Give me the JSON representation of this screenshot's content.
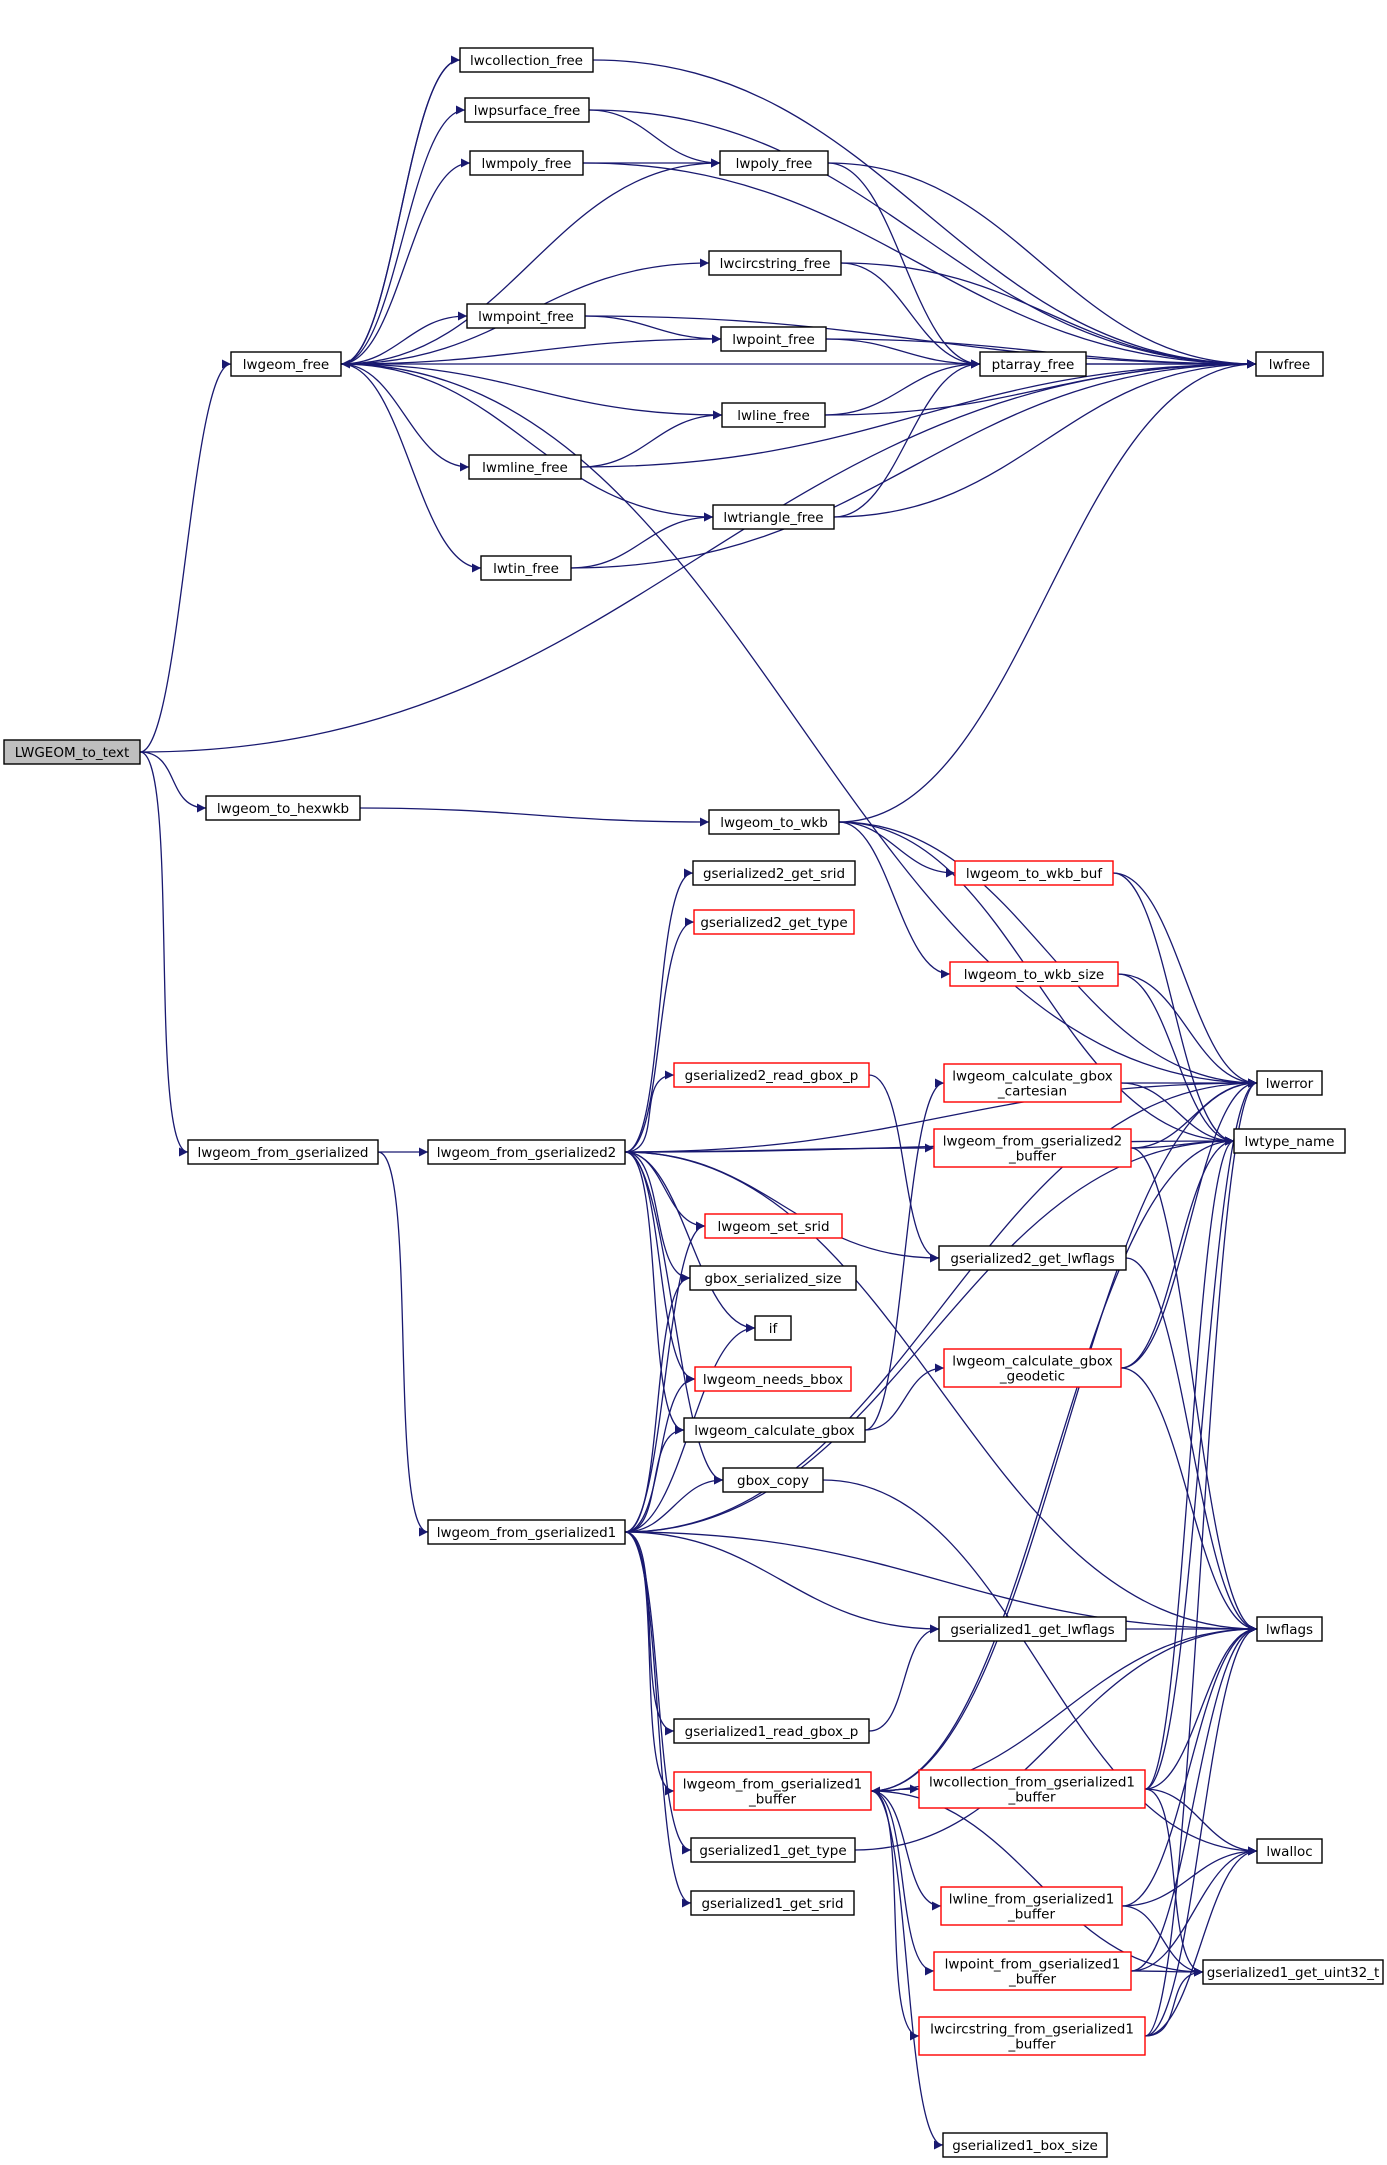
{
  "colors": {
    "edge": "#191970",
    "box_border_black": "#000000",
    "box_border_red": "#ff0000",
    "root_fill": "#bfbfbf",
    "node_fill": "#ffffff"
  },
  "nodes": [
    {
      "id": "LWGEOM_to_text",
      "lines": [
        "LWGEOM_to_text"
      ],
      "style": "root"
    },
    {
      "id": "lwgeom_free",
      "lines": [
        "lwgeom_free"
      ],
      "style": "black"
    },
    {
      "id": "lwcollection_free",
      "lines": [
        "lwcollection_free"
      ],
      "style": "black"
    },
    {
      "id": "lwpsurface_free",
      "lines": [
        "lwpsurface_free"
      ],
      "style": "black"
    },
    {
      "id": "lwmpoly_free",
      "lines": [
        "lwmpoly_free"
      ],
      "style": "black"
    },
    {
      "id": "lwpoly_free",
      "lines": [
        "lwpoly_free"
      ],
      "style": "black"
    },
    {
      "id": "lwcircstring_free",
      "lines": [
        "lwcircstring_free"
      ],
      "style": "black"
    },
    {
      "id": "lwmpoint_free",
      "lines": [
        "lwmpoint_free"
      ],
      "style": "black"
    },
    {
      "id": "lwpoint_free",
      "lines": [
        "lwpoint_free"
      ],
      "style": "black"
    },
    {
      "id": "ptarray_free",
      "lines": [
        "ptarray_free"
      ],
      "style": "black"
    },
    {
      "id": "lwfree",
      "lines": [
        "lwfree"
      ],
      "style": "black"
    },
    {
      "id": "lwline_free",
      "lines": [
        "lwline_free"
      ],
      "style": "black"
    },
    {
      "id": "lwmline_free",
      "lines": [
        "lwmline_free"
      ],
      "style": "black"
    },
    {
      "id": "lwtriangle_free",
      "lines": [
        "lwtriangle_free"
      ],
      "style": "black"
    },
    {
      "id": "lwtin_free",
      "lines": [
        "lwtin_free"
      ],
      "style": "black"
    },
    {
      "id": "lwgeom_to_hexwkb",
      "lines": [
        "lwgeom_to_hexwkb"
      ],
      "style": "black"
    },
    {
      "id": "lwgeom_to_wkb",
      "lines": [
        "lwgeom_to_wkb"
      ],
      "style": "black"
    },
    {
      "id": "gserialized2_get_srid",
      "lines": [
        "gserialized2_get_srid"
      ],
      "style": "black"
    },
    {
      "id": "lwgeom_to_wkb_buf",
      "lines": [
        "lwgeom_to_wkb_buf"
      ],
      "style": "red"
    },
    {
      "id": "gserialized2_get_type",
      "lines": [
        "gserialized2_get_type"
      ],
      "style": "red"
    },
    {
      "id": "lwgeom_to_wkb_size",
      "lines": [
        "lwgeom_to_wkb_size"
      ],
      "style": "red"
    },
    {
      "id": "gserialized2_read_gbox_p",
      "lines": [
        "gserialized2_read_gbox_p"
      ],
      "style": "red"
    },
    {
      "id": "lwgeom_calculate_gbox_cartesian",
      "lines": [
        "lwgeom_calculate_gbox",
        "_cartesian"
      ],
      "style": "red"
    },
    {
      "id": "lwerror",
      "lines": [
        "lwerror"
      ],
      "style": "black"
    },
    {
      "id": "lwtype_name",
      "lines": [
        "lwtype_name"
      ],
      "style": "black"
    },
    {
      "id": "lwgeom_from_gserialized",
      "lines": [
        "lwgeom_from_gserialized"
      ],
      "style": "black"
    },
    {
      "id": "lwgeom_from_gserialized2",
      "lines": [
        "lwgeom_from_gserialized2"
      ],
      "style": "black"
    },
    {
      "id": "lwgeom_from_gserialized2_buffer",
      "lines": [
        "lwgeom_from_gserialized2",
        "_buffer"
      ],
      "style": "red"
    },
    {
      "id": "lwgeom_set_srid",
      "lines": [
        "lwgeom_set_srid"
      ],
      "style": "red"
    },
    {
      "id": "gserialized2_get_lwflags",
      "lines": [
        "gserialized2_get_lwflags"
      ],
      "style": "black"
    },
    {
      "id": "gbox_serialized_size",
      "lines": [
        "gbox_serialized_size"
      ],
      "style": "black"
    },
    {
      "id": "if",
      "lines": [
        "if"
      ],
      "style": "black"
    },
    {
      "id": "lwgeom_needs_bbox",
      "lines": [
        "lwgeom_needs_bbox"
      ],
      "style": "red"
    },
    {
      "id": "lwgeom_calculate_gbox_geodetic",
      "lines": [
        "lwgeom_calculate_gbox",
        "_geodetic"
      ],
      "style": "red"
    },
    {
      "id": "lwgeom_calculate_gbox",
      "lines": [
        "lwgeom_calculate_gbox"
      ],
      "style": "black"
    },
    {
      "id": "gbox_copy",
      "lines": [
        "gbox_copy"
      ],
      "style": "black"
    },
    {
      "id": "lwgeom_from_gserialized1",
      "lines": [
        "lwgeom_from_gserialized1"
      ],
      "style": "black"
    },
    {
      "id": "gserialized1_get_lwflags",
      "lines": [
        "gserialized1_get_lwflags"
      ],
      "style": "black"
    },
    {
      "id": "lwflags",
      "lines": [
        "lwflags"
      ],
      "style": "black"
    },
    {
      "id": "gserialized1_read_gbox_p",
      "lines": [
        "gserialized1_read_gbox_p"
      ],
      "style": "black"
    },
    {
      "id": "lwgeom_from_gserialized1_buffer",
      "lines": [
        "lwgeom_from_gserialized1",
        "_buffer"
      ],
      "style": "red"
    },
    {
      "id": "lwcollection_from_gserialized1_buffer",
      "lines": [
        "lwcollection_from_gserialized1",
        "_buffer"
      ],
      "style": "red"
    },
    {
      "id": "gserialized1_get_type",
      "lines": [
        "gserialized1_get_type"
      ],
      "style": "black"
    },
    {
      "id": "lwalloc",
      "lines": [
        "lwalloc"
      ],
      "style": "black"
    },
    {
      "id": "gserialized1_get_srid",
      "lines": [
        "gserialized1_get_srid"
      ],
      "style": "black"
    },
    {
      "id": "lwline_from_gserialized1_buffer",
      "lines": [
        "lwline_from_gserialized1",
        "_buffer"
      ],
      "style": "red"
    },
    {
      "id": "lwpoint_from_gserialized1_buffer",
      "lines": [
        "lwpoint_from_gserialized1",
        "_buffer"
      ],
      "style": "red"
    },
    {
      "id": "gserialized1_get_uint32_t",
      "lines": [
        "gserialized1_get_uint32_t"
      ],
      "style": "black"
    },
    {
      "id": "lwcircstring_from_gserialized1_buffer",
      "lines": [
        "lwcircstring_from_gserialized1",
        "_buffer"
      ],
      "style": "red"
    },
    {
      "id": "gserialized1_box_size",
      "lines": [
        "gserialized1_box_size"
      ],
      "style": "black"
    }
  ],
  "edges": [
    [
      "LWGEOM_to_text",
      "lwgeom_free"
    ],
    [
      "LWGEOM_to_text",
      "lwgeom_to_hexwkb"
    ],
    [
      "LWGEOM_to_text",
      "lwgeom_from_gserialized"
    ],
    [
      "LWGEOM_to_text",
      "lwfree"
    ],
    [
      "lwgeom_free",
      "lwcollection_free"
    ],
    [
      "lwgeom_free",
      "lwpsurface_free"
    ],
    [
      "lwgeom_free",
      "lwmpoly_free"
    ],
    [
      "lwgeom_free",
      "lwpoly_free"
    ],
    [
      "lwgeom_free",
      "lwcircstring_free"
    ],
    [
      "lwgeom_free",
      "lwmpoint_free"
    ],
    [
      "lwgeom_free",
      "lwpoint_free"
    ],
    [
      "lwgeom_free",
      "lwline_free"
    ],
    [
      "lwgeom_free",
      "lwmline_free"
    ],
    [
      "lwgeom_free",
      "lwtriangle_free"
    ],
    [
      "lwgeom_free",
      "lwtin_free"
    ],
    [
      "lwgeom_free",
      "lwfree"
    ],
    [
      "lwgeom_free",
      "lwerror"
    ],
    [
      "lwcollection_free",
      "lwgeom_free"
    ],
    [
      "lwcollection_free",
      "lwfree"
    ],
    [
      "lwpsurface_free",
      "lwpoly_free"
    ],
    [
      "lwpsurface_free",
      "lwfree"
    ],
    [
      "lwmpoly_free",
      "lwpoly_free"
    ],
    [
      "lwmpoly_free",
      "lwfree"
    ],
    [
      "lwpoly_free",
      "ptarray_free"
    ],
    [
      "lwpoly_free",
      "lwfree"
    ],
    [
      "lwcircstring_free",
      "ptarray_free"
    ],
    [
      "lwcircstring_free",
      "lwfree"
    ],
    [
      "lwmpoint_free",
      "lwpoint_free"
    ],
    [
      "lwmpoint_free",
      "lwfree"
    ],
    [
      "lwpoint_free",
      "ptarray_free"
    ],
    [
      "lwpoint_free",
      "lwfree"
    ],
    [
      "ptarray_free",
      "lwfree"
    ],
    [
      "lwline_free",
      "ptarray_free"
    ],
    [
      "lwline_free",
      "lwfree"
    ],
    [
      "lwmline_free",
      "lwline_free"
    ],
    [
      "lwmline_free",
      "lwfree"
    ],
    [
      "lwtriangle_free",
      "ptarray_free"
    ],
    [
      "lwtriangle_free",
      "lwfree"
    ],
    [
      "lwtin_free",
      "lwtriangle_free"
    ],
    [
      "lwtin_free",
      "lwfree"
    ],
    [
      "lwgeom_to_hexwkb",
      "lwgeom_to_wkb"
    ],
    [
      "lwgeom_to_wkb",
      "lwgeom_to_wkb_buf"
    ],
    [
      "lwgeom_to_wkb",
      "lwgeom_to_wkb_size"
    ],
    [
      "lwgeom_to_wkb",
      "lwerror"
    ],
    [
      "lwgeom_to_wkb",
      "lwfree"
    ],
    [
      "lwgeom_to_wkb",
      "lwtype_name"
    ],
    [
      "lwgeom_to_wkb_buf",
      "lwerror"
    ],
    [
      "lwgeom_to_wkb_buf",
      "lwtype_name"
    ],
    [
      "lwgeom_to_wkb_size",
      "lwerror"
    ],
    [
      "lwgeom_to_wkb_size",
      "lwtype_name"
    ],
    [
      "lwgeom_calculate_gbox_cartesian",
      "lwerror"
    ],
    [
      "lwgeom_calculate_gbox_cartesian",
      "lwtype_name"
    ],
    [
      "lwgeom_from_gserialized",
      "lwgeom_from_gserialized2"
    ],
    [
      "lwgeom_from_gserialized",
      "lwgeom_from_gserialized1"
    ],
    [
      "lwgeom_from_gserialized2",
      "gserialized2_get_srid"
    ],
    [
      "lwgeom_from_gserialized2",
      "gserialized2_get_type"
    ],
    [
      "lwgeom_from_gserialized2",
      "gserialized2_read_gbox_p"
    ],
    [
      "lwgeom_from_gserialized2",
      "lwgeom_from_gserialized2_buffer"
    ],
    [
      "lwgeom_from_gserialized2",
      "lwgeom_set_srid"
    ],
    [
      "lwgeom_from_gserialized2",
      "gbox_serialized_size"
    ],
    [
      "lwgeom_from_gserialized2",
      "if"
    ],
    [
      "lwgeom_from_gserialized2",
      "lwgeom_needs_bbox"
    ],
    [
      "lwgeom_from_gserialized2",
      "lwgeom_calculate_gbox"
    ],
    [
      "lwgeom_from_gserialized2",
      "gbox_copy"
    ],
    [
      "lwgeom_from_gserialized2",
      "lwerror"
    ],
    [
      "lwgeom_from_gserialized2",
      "lwtype_name"
    ],
    [
      "lwgeom_from_gserialized2",
      "lwflags"
    ],
    [
      "lwgeom_from_gserialized2",
      "gserialized2_get_lwflags"
    ],
    [
      "gserialized2_read_gbox_p",
      "gserialized2_get_lwflags"
    ],
    [
      "lwgeom_from_gserialized2_buffer",
      "lwerror"
    ],
    [
      "lwgeom_from_gserialized2_buffer",
      "lwtype_name"
    ],
    [
      "lwgeom_from_gserialized2_buffer",
      "lwflags"
    ],
    [
      "gserialized2_get_lwflags",
      "lwflags"
    ],
    [
      "lwgeom_calculate_gbox",
      "lwgeom_calculate_gbox_cartesian"
    ],
    [
      "lwgeom_calculate_gbox",
      "lwgeom_calculate_gbox_geodetic"
    ],
    [
      "lwgeom_calculate_gbox_geodetic",
      "lwerror"
    ],
    [
      "lwgeom_calculate_gbox_geodetic",
      "lwtype_name"
    ],
    [
      "lwgeom_calculate_gbox_geodetic",
      "lwflags"
    ],
    [
      "gbox_copy",
      "lwalloc"
    ],
    [
      "lwgeom_from_gserialized1",
      "lwgeom_set_srid"
    ],
    [
      "lwgeom_from_gserialized1",
      "gbox_serialized_size"
    ],
    [
      "lwgeom_from_gserialized1",
      "if"
    ],
    [
      "lwgeom_from_gserialized1",
      "lwgeom_needs_bbox"
    ],
    [
      "lwgeom_from_gserialized1",
      "lwgeom_calculate_gbox"
    ],
    [
      "lwgeom_from_gserialized1",
      "gbox_copy"
    ],
    [
      "lwgeom_from_gserialized1",
      "gserialized1_get_lwflags"
    ],
    [
      "lwgeom_from_gserialized1",
      "gserialized1_read_gbox_p"
    ],
    [
      "lwgeom_from_gserialized1",
      "lwgeom_from_gserialized1_buffer"
    ],
    [
      "lwgeom_from_gserialized1",
      "gserialized1_get_type"
    ],
    [
      "lwgeom_from_gserialized1",
      "gserialized1_get_srid"
    ],
    [
      "lwgeom_from_gserialized1",
      "lwflags"
    ],
    [
      "lwgeom_from_gserialized1",
      "lwerror"
    ],
    [
      "lwgeom_from_gserialized1",
      "lwtype_name"
    ],
    [
      "gserialized1_get_lwflags",
      "lwflags"
    ],
    [
      "gserialized1_read_gbox_p",
      "gserialized1_get_lwflags"
    ],
    [
      "lwgeom_from_gserialized1_buffer",
      "lwcollection_from_gserialized1_buffer"
    ],
    [
      "lwgeom_from_gserialized1_buffer",
      "lwline_from_gserialized1_buffer"
    ],
    [
      "lwgeom_from_gserialized1_buffer",
      "lwpoint_from_gserialized1_buffer"
    ],
    [
      "lwgeom_from_gserialized1_buffer",
      "lwcircstring_from_gserialized1_buffer"
    ],
    [
      "lwgeom_from_gserialized1_buffer",
      "gserialized1_box_size"
    ],
    [
      "lwgeom_from_gserialized1_buffer",
      "gserialized1_get_uint32_t"
    ],
    [
      "lwgeom_from_gserialized1_buffer",
      "lwerror"
    ],
    [
      "lwgeom_from_gserialized1_buffer",
      "lwtype_name"
    ],
    [
      "lwgeom_from_gserialized1_buffer",
      "lwflags"
    ],
    [
      "lwcollection_from_gserialized1_buffer",
      "lwgeom_from_gserialized1_buffer"
    ],
    [
      "lwcollection_from_gserialized1_buffer",
      "lwalloc"
    ],
    [
      "lwcollection_from_gserialized1_buffer",
      "gserialized1_get_uint32_t"
    ],
    [
      "lwcollection_from_gserialized1_buffer",
      "lwerror"
    ],
    [
      "lwcollection_from_gserialized1_buffer",
      "lwtype_name"
    ],
    [
      "lwcollection_from_gserialized1_buffer",
      "lwflags"
    ],
    [
      "lwline_from_gserialized1_buffer",
      "lwalloc"
    ],
    [
      "lwline_from_gserialized1_buffer",
      "gserialized1_get_uint32_t"
    ],
    [
      "lwline_from_gserialized1_buffer",
      "lwflags"
    ],
    [
      "lwpoint_from_gserialized1_buffer",
      "lwalloc"
    ],
    [
      "lwpoint_from_gserialized1_buffer",
      "gserialized1_get_uint32_t"
    ],
    [
      "lwpoint_from_gserialized1_buffer",
      "lwflags"
    ],
    [
      "lwcircstring_from_gserialized1_buffer",
      "lwalloc"
    ],
    [
      "lwcircstring_from_gserialized1_buffer",
      "gserialized1_get_uint32_t"
    ],
    [
      "lwcircstring_from_gserialized1_buffer",
      "lwerror"
    ],
    [
      "lwcircstring_from_gserialized1_buffer",
      "lwflags"
    ],
    [
      "gserialized1_get_type",
      "lwflags"
    ]
  ]
}
